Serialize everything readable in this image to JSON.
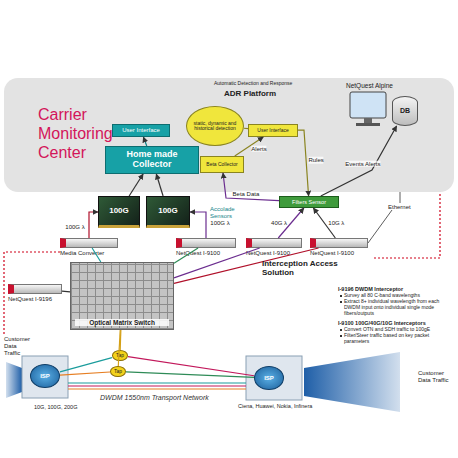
{
  "diagram": {
    "nodes": [
      {
        "text": [
          "Carrier Monitoring Center"
        ]
      },
      {
        "text": [
          "User Interface"
        ],
        "in": 0
      },
      {
        "text": [
          "Home made Collector"
        ],
        "in": 0
      },
      {
        "text": [
          "static, dynamic and historical detection"
        ],
        "in": 0
      },
      {
        "text": [
          "User Interface"
        ],
        "in": 0
      },
      {
        "text": [
          "Beta Collector"
        ],
        "in": 0
      },
      {
        "text": [
          "DB"
        ],
        "in": 0
      },
      {
        "text": [
          "100G"
        ]
      },
      {
        "text": [
          "100G"
        ]
      },
      {
        "text": [
          "Filters Sensor"
        ]
      },
      {
        "text": [
          "Media Converter"
        ]
      },
      {
        "text": [
          "NetQuest I-9100"
        ]
      },
      {
        "text": [
          "NetQuest I-9100"
        ]
      },
      {
        "text": [
          "NetQuest I-9100"
        ]
      },
      {
        "text": [
          "NetQuest I-9196"
        ]
      },
      {
        "text": [
          "Optical Matrix Switch"
        ]
      },
      {
        "text": [
          "Tap"
        ]
      },
      {
        "text": [
          "Tap"
        ]
      },
      {
        "text": [
          "ISP"
        ]
      },
      {
        "text": [
          "ISP"
        ]
      }
    ],
    "edges": [
      {
        "from": 2,
        "to": 1,
        "arrow": "to"
      },
      {
        "from": 7,
        "to": 2,
        "arrow": "to"
      },
      {
        "from": 8,
        "to": 2,
        "arrow": "to"
      },
      {
        "from": 10,
        "to": 7,
        "label": "100G λ",
        "arrow": "to"
      },
      {
        "from": 11,
        "to": 8,
        "label": "100G λ",
        "arrow": "to"
      },
      {
        "from": 12,
        "to": 9,
        "label": "40G λ",
        "arrow": "to"
      },
      {
        "from": 13,
        "to": 9,
        "label": "10G λ",
        "arrow": "to"
      },
      {
        "from": 9,
        "to": 5,
        "label": "Beta Data",
        "arrow": "to"
      },
      {
        "from": 5,
        "to": 4,
        "label": "Alerts",
        "arrow": "to"
      },
      {
        "from": 4,
        "to": 9,
        "label": "Rules",
        "arrow": "to"
      },
      {
        "from": 9,
        "to": 6,
        "label": "Events Alerts",
        "arrow": "to"
      },
      {
        "from": 3,
        "to": 4,
        "arrow": "none"
      },
      {
        "from": 15,
        "to": 10,
        "arrow": "none"
      },
      {
        "from": 15,
        "to": 11,
        "arrow": "none"
      },
      {
        "from": 15,
        "to": 12,
        "arrow": "none"
      },
      {
        "from": 15,
        "to": 13,
        "arrow": "none"
      },
      {
        "from": 14,
        "to": 15,
        "arrow": "none"
      },
      {
        "from": 16,
        "to": 15,
        "arrow": "none"
      },
      {
        "from": 17,
        "to": 15,
        "arrow": "none"
      },
      {
        "from": 18,
        "to": 16,
        "arrow": "none"
      },
      {
        "from": 16,
        "to": 19,
        "arrow": "none"
      },
      {
        "from": 18,
        "to": 17,
        "arrow": "none"
      },
      {
        "from": 17,
        "to": 19,
        "arrow": "none"
      }
    ],
    "labels": [
      "Automatic Detection and Response",
      "ADR Platform",
      "NetQuest Alpine",
      "Accolade Sensors",
      "Ethernet",
      "Interception Access Solution",
      "Customer Data Traffic",
      "Customer Data Traffic",
      "10G, 100G, 200G",
      "Ciena, Huawei, Nokia, Infinera",
      "DWDM 1550nm Transport Network",
      "I-9196 DWDM Interceptor",
      "Survey all 80 C-band wavelengths",
      "Extract 8+ individual wavelength from each DWDM input onto individual single mode fibers/outputs",
      "I-9100 100G/40G/10G Interceptors",
      "Convert OTN and SDH traffic to 100gE",
      "Filter/Steer traffic based on key packet parameters"
    ]
  }
}
